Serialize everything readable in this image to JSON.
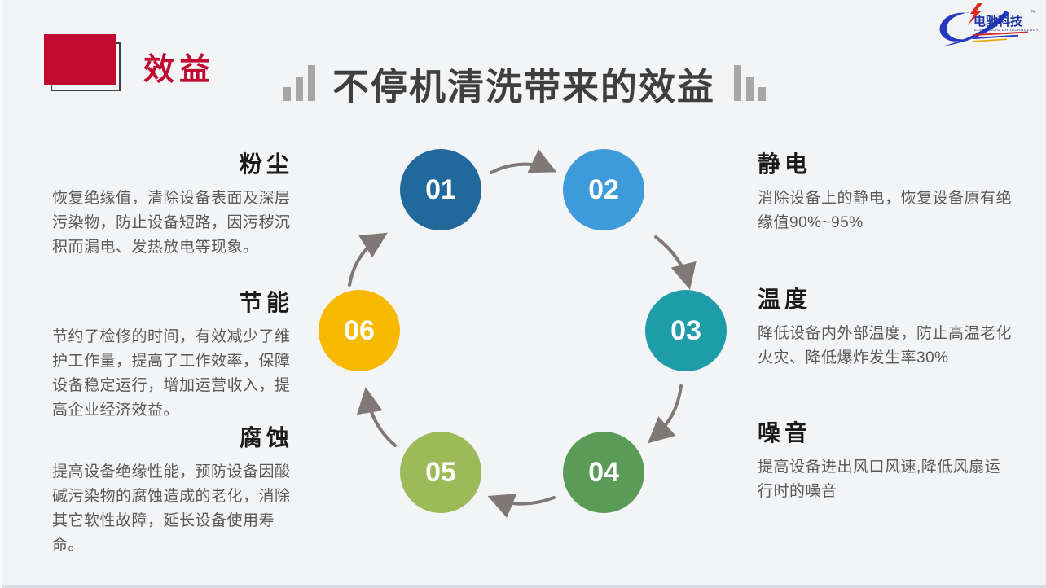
{
  "slide": {
    "corner_label": "效益",
    "title": "不停机清洗带来的效益",
    "colors": {
      "accent_red": "#C00A30",
      "title_gray": "#3F3F40",
      "background": "#F3F4F6",
      "arrow_gray": "#7F7876"
    }
  },
  "logo": {
    "name": "电驰科技",
    "trademark": "™",
    "tagline": "ELECTRICAL DH TECHNOLOGY"
  },
  "benefits": [
    {
      "number": "01",
      "title": "粉尘",
      "color": "#21689C",
      "description": "恢复绝缘值，清除设备表面及深层污染物，防止设备短路，因污秽沉积而漏电、发热放电等现象。"
    },
    {
      "number": "02",
      "title": "静电",
      "color": "#3E9BDB",
      "description": "消除设备上的静电，恢复设备原有绝缘值90%~95%"
    },
    {
      "number": "03",
      "title": "温度",
      "color": "#1E9DA8",
      "description": "降低设备内外部温度，防止高温老化火灾、降低爆炸发生率30%"
    },
    {
      "number": "04",
      "title": "噪音",
      "color": "#5B9B58",
      "description": "提高设备进出风口风速,降低风扇运行时的噪音"
    },
    {
      "number": "05",
      "title": "腐蚀",
      "color": "#9CBA57",
      "description": "提高设备绝缘性能，预防设备因酸碱污染物的腐蚀造成的老化，消除其它软性故障，延长设备使用寿命。"
    },
    {
      "number": "06",
      "title": "节能",
      "color": "#F6B900",
      "description": "节约了检修的时间，有效减少了维护工作量，提高了工作效率，保障设备稳定运行，增加运营收入，提高企业经济效益。"
    }
  ]
}
